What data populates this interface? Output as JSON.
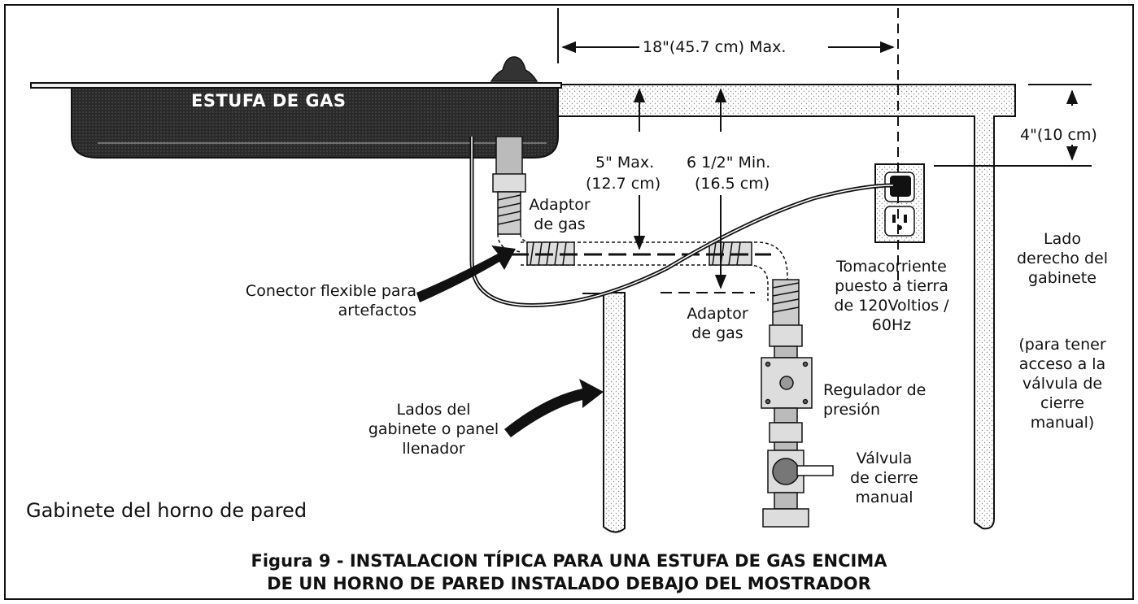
{
  "range": {
    "title": "ESTUFA DE GAS"
  },
  "dimensions": {
    "max_width": "18\"(45.7 cm) Max.",
    "max5_line1": "5\" Max.",
    "max5_line2": "(12.7 cm)",
    "min65_line1": "6 1/2\" Min.",
    "min65_line2": "(16.5 cm)",
    "outlet_height": "4\"(10 cm)"
  },
  "labels": {
    "gas_adapter_top_1": "Adaptor",
    "gas_adapter_top_2": "de gas",
    "flex_connector_1": "Conector flexible para",
    "flex_connector_2": "artefactos",
    "gas_adapter_low_1": "Adaptor",
    "gas_adapter_low_2": "de gas",
    "cabinet_sides_1": "Lados del",
    "cabinet_sides_2": "gabinete o panel",
    "cabinet_sides_3": "llenador",
    "oven_cabinet": "Gabinete del horno de pared",
    "outlet_1": "Tomacorriente",
    "outlet_2": "puesto a tierra",
    "outlet_3": "de 120Voltios /",
    "outlet_4": "60Hz",
    "regulator_1": "Regulador de",
    "regulator_2": "presión",
    "valve_1": "Válvula",
    "valve_2": "de cierre",
    "valve_3": "manual",
    "right_side_1": "Lado",
    "right_side_2": "derecho del",
    "right_side_3": "gabinete",
    "access_1": "(para tener",
    "access_2": "acceso a la",
    "access_3": "válvula de",
    "access_4": "cierre",
    "access_5": "manual)"
  },
  "caption": {
    "line1": "Figura 9 -  INSTALACION TÍPICA PARA UNA ESTUFA DE GAS ENCIMA",
    "line2": "DE UN HORNO DE PARED INSTALADO DEBAJO DEL MOSTRADOR"
  },
  "colors": {
    "ink": "#111111",
    "stipple": "#9a9a9a",
    "white": "#ffffff",
    "plate": "#2a2a2a"
  }
}
